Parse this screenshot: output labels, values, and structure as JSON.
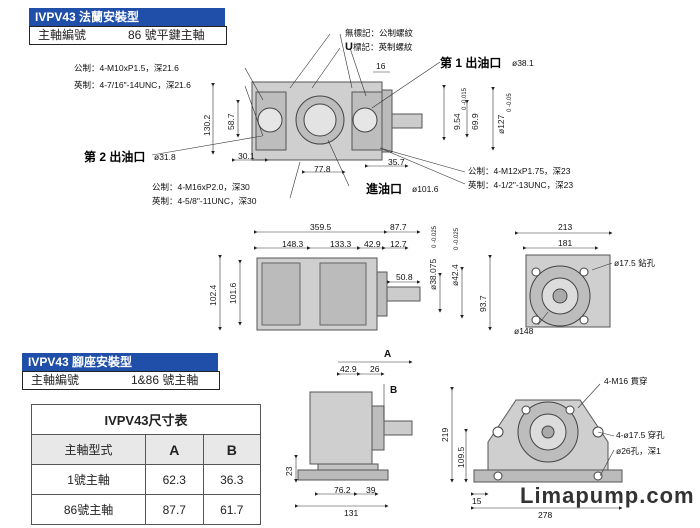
{
  "flange_section": {
    "title": "IVPV43 法蘭安裝型",
    "shaft_label": "主軸編號",
    "shaft_value": "86 號平鍵主軸"
  },
  "foot_section": {
    "title": "IVPV43 腳座安裝型",
    "shaft_label": "主軸編號",
    "shaft_value": "1&86 號主軸"
  },
  "legend": {
    "no_mark": "無標記：公制螺紋",
    "u_prefix": "U",
    "u_mark": "標記：英制螺紋"
  },
  "ports": {
    "outlet1": "第 1 出油口",
    "outlet1_dia": "ø38.1",
    "outlet2": "第 2 出油口",
    "outlet2_dia": "ø31.8",
    "inlet": "進油口",
    "inlet_dia": "ø101.6"
  },
  "threads": {
    "outlet2_metric": "公制：4-M10xP1.5，深21.6",
    "outlet2_imperial": "英制：4-7/16\"-14UNC，深21.6",
    "inlet_metric": "公制：4-M16xP2.0，深30",
    "inlet_imperial": "英制：4-5/8\"-11UNC，深30",
    "outlet1_metric": "公制：4-M12xP1.75，深23",
    "outlet1_imperial": "英制：4-1/2\"-13UNC，深23"
  },
  "top_view_dims": {
    "d16": "16",
    "d130_2": "130.2",
    "d58_7": "58.7",
    "d30_1": "30.1",
    "d77_8": "77.8",
    "d35_7": "35.7",
    "d9_54": "9.54",
    "d9_54_tol": "0 -0.015",
    "d69_9": "69.9",
    "d127": "ø127",
    "d127_tol": "0 -0.05"
  },
  "side_view_dims": {
    "d359_5": "359.5",
    "d87_7": "87.7",
    "d148_3": "148.3",
    "d133_3": "133.3",
    "d42_9": "42.9",
    "d12_7": "12.7",
    "d102_4": "102.4",
    "d101_6": "101.6",
    "d50_8": "50.8",
    "d38_075": "ø38.075",
    "d38_tol": "0 -0.025",
    "d42_4": "ø42.4",
    "d42_tol": "0 -0.025",
    "d93_7": "93.7"
  },
  "end_view_dims": {
    "d213": "213",
    "d181": "181",
    "d17_5": "ø17.5 鉆孔",
    "d148": "ø148"
  },
  "foot_side_dims": {
    "A": "A",
    "B": "B",
    "d42_9": "42.9",
    "d26": "26",
    "d23": "23",
    "d76_2": "76.2",
    "d39": "39",
    "d131": "131"
  },
  "foot_end_dims": {
    "m16": "4-M16 貫穿",
    "d17_5": "4-ø17.5 穿孔",
    "d26": "ø26孔，深1",
    "d219": "219",
    "d109_5": "109.5",
    "d15": "15",
    "d278": "278"
  },
  "dim_table": {
    "title": "IVPV43尺寸表",
    "headers": [
      "主軸型式",
      "A",
      "B"
    ],
    "rows": [
      [
        "1號主軸",
        "62.3",
        "36.3"
      ],
      [
        "86號主軸",
        "87.7",
        "61.7"
      ]
    ]
  },
  "watermark": "Limapump.com",
  "colors": {
    "header_blue": "#1f4fa8",
    "body_gray": "#c9c9c9"
  }
}
